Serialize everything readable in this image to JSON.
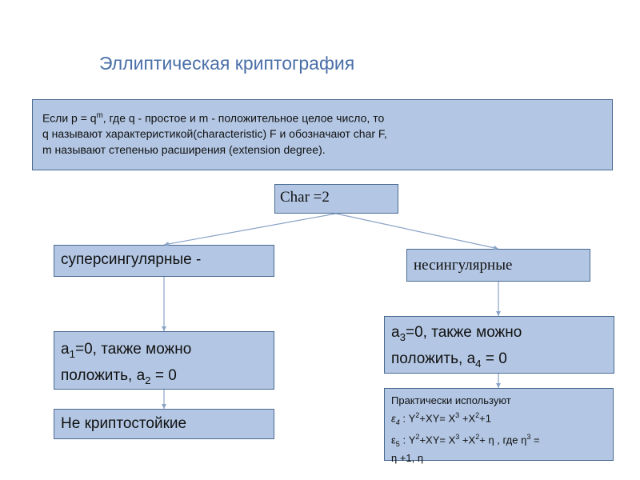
{
  "title": "Эллиптическая криптография",
  "definition": {
    "line1_a": "Если p = q",
    "line1_sup": "m",
    "line1_b": ", где q - простое и m - положительное целое число, то",
    "line2": "q называют характеристикой(characteristic) F и обозначают char F,",
    "line3": "m называют степенью расширения (extension degree)."
  },
  "root": {
    "label": "Char =2"
  },
  "supersingular": {
    "label": "суперсингулярные  -"
  },
  "nonsingular": {
    "label": "несингулярные"
  },
  "supersingular_condition": {
    "p1": "a",
    "s1": "1",
    "p2": "=0, также можно",
    "p3": "положить, a",
    "s2": "2",
    "p4": " = 0"
  },
  "nonsingular_condition": {
    "p1": "a",
    "s1": "3",
    "p2": "=0, также можно",
    "p3": "положить, a",
    "s2": "4",
    "p4": " = 0"
  },
  "not_crypto": {
    "label": "Не криптостойкие"
  },
  "practice": {
    "heading": "Практически используют",
    "eps4": "ε",
    "eps4_sub": "4",
    "eq4_a": "  : Y",
    "eq4_sup1": "2",
    "eq4_b": "+XY= X",
    "eq4_sup2": "3",
    "eq4_c": " +X",
    "eq4_sup3": "2",
    "eq4_d": "+1",
    "eps5": "ε",
    "eps5_sub": "5",
    "eq5_a": "  : Y",
    "eq5_sup1": "2",
    "eq5_b": "+XY= X",
    "eq5_sup2": "3",
    "eq5_c": " +X",
    "eq5_sup3": "2",
    "eq5_d": "+ η  ,  где  η",
    "eq5_sup4": "3",
    "eq5_e": " =",
    "line4": "η  +1, η"
  }
}
